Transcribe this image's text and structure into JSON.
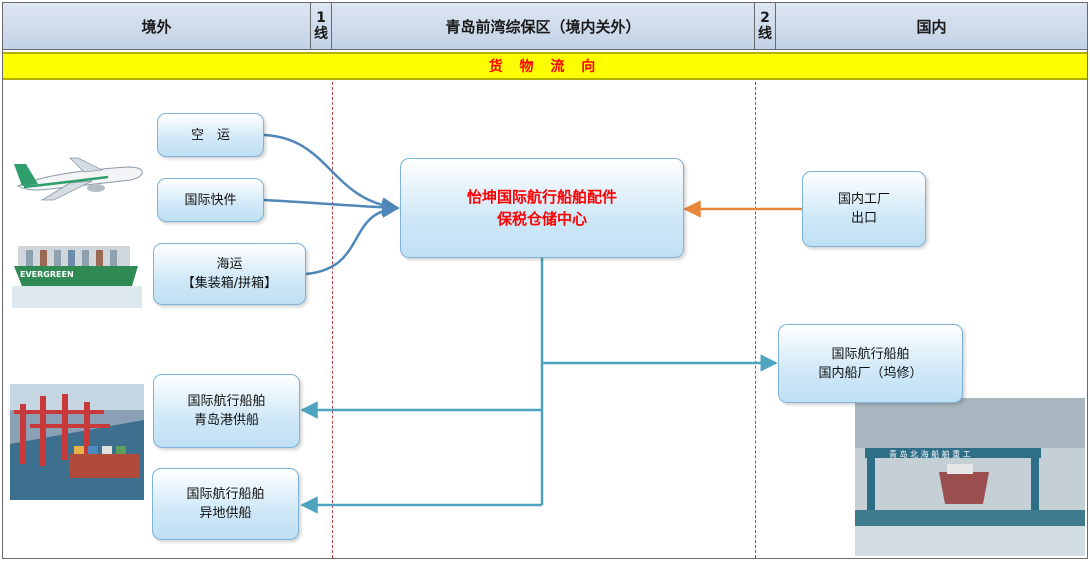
{
  "header": {
    "overseas": "境外",
    "line1_num": "1",
    "line1_char": "线",
    "bonded_zone": "青岛前湾综保区（境内关外）",
    "line2_num": "2",
    "line2_char": "线",
    "domestic": "国内"
  },
  "flow_band": "货 物 流 向",
  "boxes": {
    "air": [
      "空　运"
    ],
    "express": [
      "国际快件"
    ],
    "sea": [
      "海运",
      "【集装箱/拼箱】"
    ],
    "center": [
      "怡坤国际航行船舶配件",
      "保税仓储中心"
    ],
    "factory": [
      "国内工厂",
      "出口"
    ],
    "domestic_repair": [
      "国际航行船舶",
      "国内船厂（坞修）"
    ],
    "qingdao_supply": [
      "国际航行船舶",
      "青岛港供船"
    ],
    "remote_supply": [
      "国际航行船舶",
      "异地供船"
    ]
  },
  "photo_labels": {
    "ship_hull": "EVERGREEN",
    "shipyard_gantry": "青 岛 北 海 船 舶 重 工"
  },
  "colors": {
    "header_bg": "#cdd9ea",
    "band": "#ffff00",
    "band_text": "#ff0000",
    "flow_blue": "#4f87b8",
    "flow_orange": "#e8873a",
    "supply_teal": "#4ea3bf"
  }
}
